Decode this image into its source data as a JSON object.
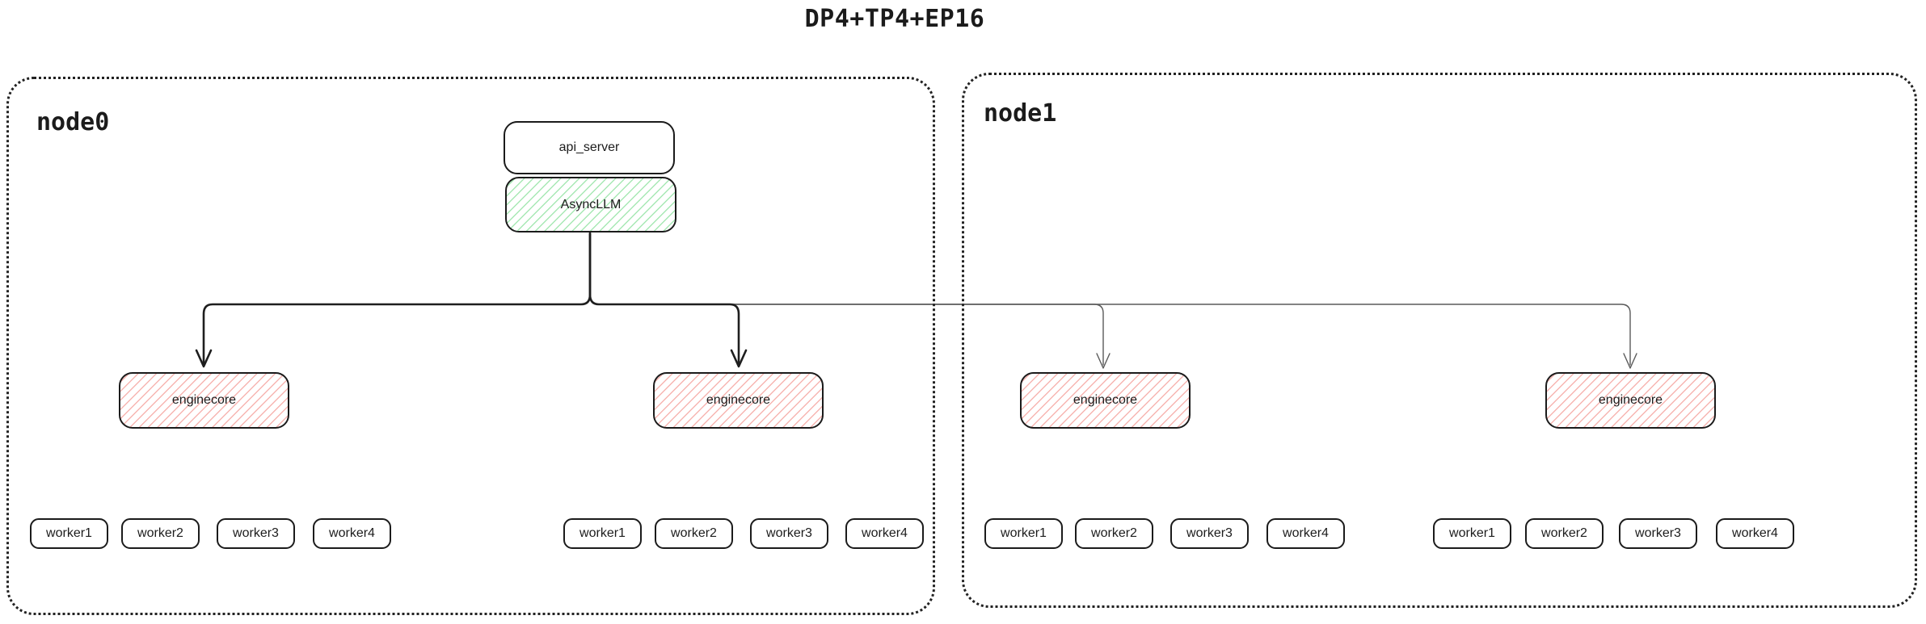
{
  "title": "DP4+TP4+EP16",
  "nodes": {
    "node0": {
      "label": "node0"
    },
    "node1": {
      "label": "node1"
    }
  },
  "stack": {
    "api_server_label": "api_server",
    "asyncllm_label": "AsyncLLM"
  },
  "enginecore_label": "enginecore",
  "workers": [
    "worker1",
    "worker2",
    "worker3",
    "worker4"
  ],
  "colors": {
    "canvas_bg": "#ffffff",
    "ink": "#1b1b1b",
    "green_hatch": "#a7e8b4",
    "red_hatch": "#f7b5b1",
    "thick_line": "#1e1e1e",
    "thin_line": "#5a5a5a"
  }
}
